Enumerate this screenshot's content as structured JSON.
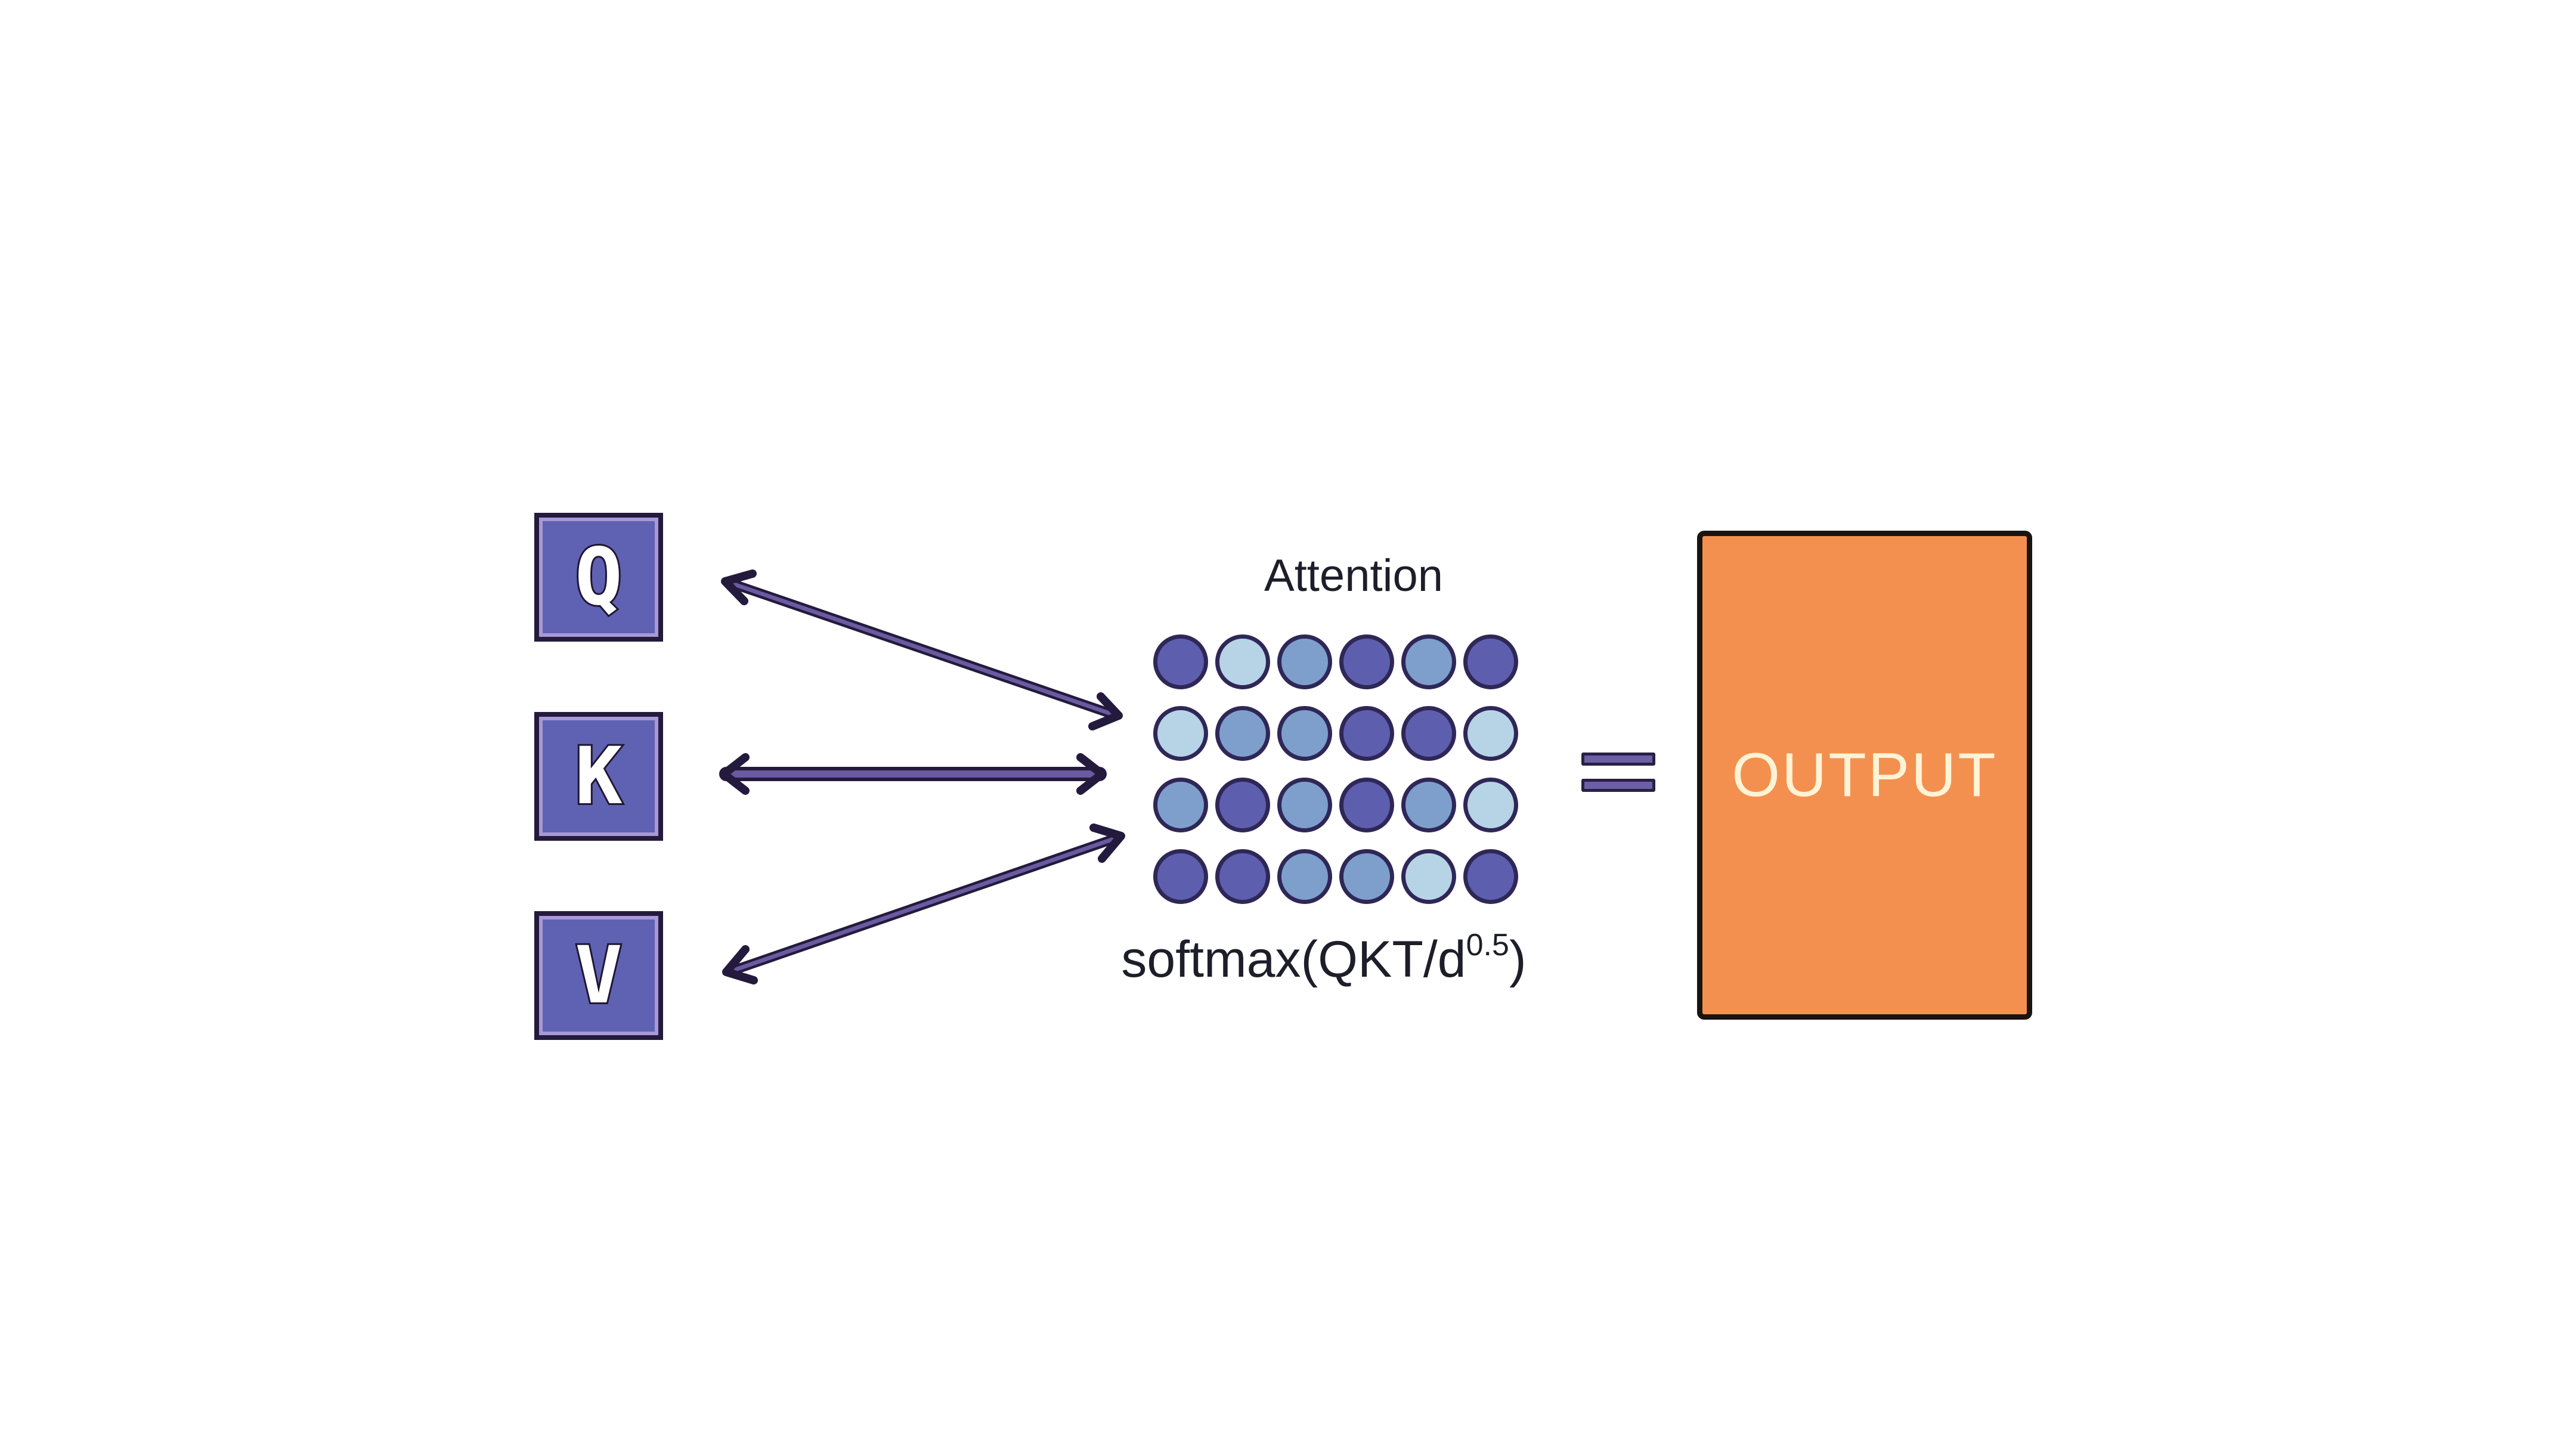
{
  "inputs": {
    "q_label": "Q",
    "k_label": "K",
    "v_label": "V"
  },
  "attention": {
    "title": "Attention",
    "formula_main": "softmax(QKT/d",
    "formula_exponent": "0.5",
    "formula_close": ")",
    "rows": 4,
    "cols": 6,
    "cell_levels": [
      [
        "dark",
        "light",
        "mid",
        "dark",
        "mid",
        "dark"
      ],
      [
        "light",
        "mid",
        "mid",
        "dark",
        "dark",
        "light"
      ],
      [
        "mid",
        "dark",
        "mid",
        "dark",
        "mid",
        "light"
      ],
      [
        "dark",
        "dark",
        "mid",
        "mid",
        "light",
        "dark"
      ]
    ]
  },
  "output": {
    "label": "OUTPUT"
  },
  "colors": {
    "tile_fill": "#5f62b2",
    "dark_cell": "#5d5fae",
    "mid_cell": "#7e9fcc",
    "light_cell": "#b6d4e6",
    "arrow": "#6a5aa0",
    "output_fill": "#f4904f",
    "output_text": "#fff3d6"
  }
}
